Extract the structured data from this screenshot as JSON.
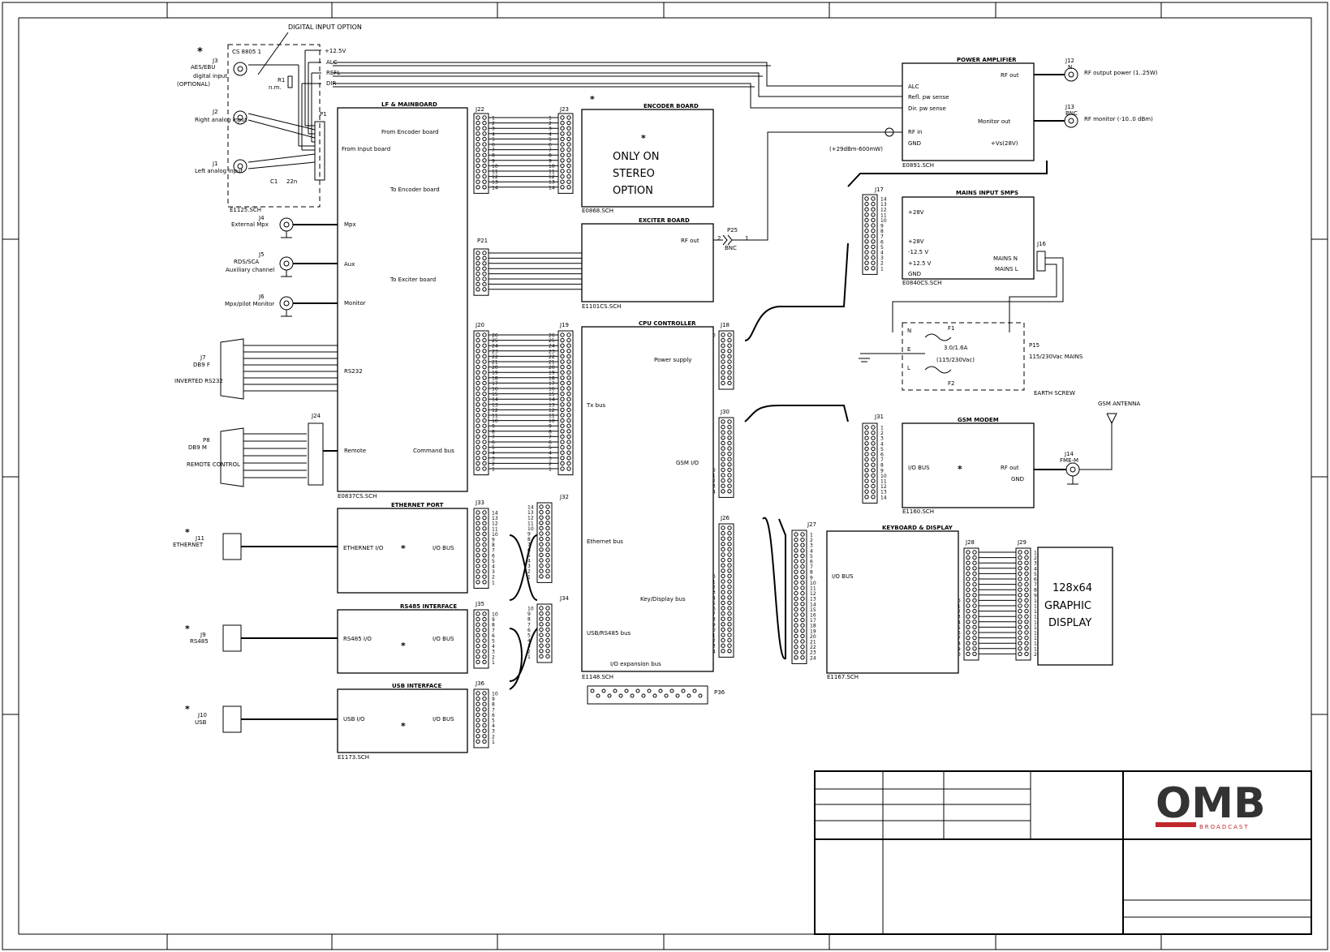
{
  "labels": {
    "digital_input_option": "DIGITAL INPUT OPTION",
    "cs8": "CS 8805 1",
    "aes": "AES/EBU",
    "digital_input": "digital input",
    "optional": "(OPTIONAL)",
    "j3": "J3",
    "j2": "J2",
    "right_analog": "Right analog input",
    "j1": "J1",
    "left_analog": "Left analog input",
    "e1125": "E1125.SCH",
    "c1": "C1",
    "c22n": "22n",
    "r1": "R1",
    "rn": "n.m.",
    "p1": "P1",
    "v125": "+12.5V",
    "alc": "ALC",
    "refl": "REFL",
    "dir": "DIR",
    "j4": "J4",
    "ext_mpx": "External Mpx",
    "j5": "J5",
    "rds_sca": "RDS/SCA",
    "aux_ch": "Auxiliary channel",
    "j6": "J6",
    "mpx_pilot": "Mpx/pilot Monitor",
    "j7": "J7",
    "db9f": "DB9 F",
    "inv_rs232": "INVERTED RS232",
    "p8": "P8",
    "db9m": "DB9 M",
    "remote_control": "REMOTE CONTROL",
    "j24": "J24",
    "j11": "J11",
    "ethernet": "ETHERNET",
    "j9": "J9",
    "rs485": "RS485",
    "j10": "J10",
    "usb": "USB",
    "star": "*"
  },
  "mainboard": {
    "title": "LF & MAINBOARD",
    "from_encoder": "From Encoder board",
    "from_input": "From Input board",
    "to_encoder": "To Encoder board",
    "mpx": "Mpx",
    "aux": "Aux",
    "to_exciter": "To Exciter board",
    "monitor": "Monitor",
    "rs232": "RS232",
    "remote": "Remote",
    "command_bus": "Command bus",
    "sch": "E0837CS.SCH"
  },
  "ethernet_port": {
    "title": "ETHERNET PORT",
    "io": "ETHERNET I/O",
    "bus": "I/O BUS"
  },
  "rs485_if": {
    "title": "RS485 INTERFACE",
    "io": "RS485 I/O",
    "bus": "I/O BUS"
  },
  "usb_if": {
    "title": "USB INTERFACE",
    "io": "USB I/O",
    "bus": "I/O BUS",
    "sch": "E1173.SCH"
  },
  "encoder": {
    "title": "ENCODER BOARD",
    "l1": "ONLY ON",
    "l2": "STEREO",
    "l3": "OPTION",
    "sch": "E0868.SCH"
  },
  "exciter": {
    "title": "EXCITER BOARD",
    "rf_out": "RF out",
    "sch": "E1101CS.SCH",
    "p25": "P25",
    "bnc": "BNC",
    "pin2": "2",
    "pin1": "1"
  },
  "cpu": {
    "title": "CPU CONTROLLER",
    "power": "Power supply",
    "tx": "Tx bus",
    "gsm": "GSM I/O",
    "eth": "Ethernet bus",
    "key": "Key/Display bus",
    "usb": "USB/RS485 bus",
    "exp": "I/O expansion bus",
    "sch": "E1148.SCH",
    "p36": "P36"
  },
  "amp": {
    "title": "POWER AMPLIFIER",
    "rf_out": "RF out",
    "alc": "ALC",
    "refl": "Refl. pw sense",
    "dir": "Dir. pw sense",
    "rf_in": "RF in",
    "mon": "Monitor out",
    "gnd": "GND",
    "vs": "+Vs(28V)",
    "sch": "E0891.SCH",
    "level": "(+29dBm-600mW)"
  },
  "j12": {
    "name": "J12",
    "n": "N",
    "text": "RF output power (1..25W)"
  },
  "j13": {
    "name": "J13",
    "bnc": "BNC",
    "text": "RF monitor (-10..0 dBm)"
  },
  "mains": {
    "title": "MAINS INPUT SMPS",
    "v28a": "+28V",
    "v28b": "+28V",
    "v125n": "-12.5 V",
    "v125p": "+12.5 V",
    "gnd": "GND",
    "mn": "MAINS N",
    "ml": "MAINS L",
    "sch": "E0840CS.SCH",
    "j16": "J16"
  },
  "mains_in": {
    "f1": "F1",
    "f2": "F2",
    "rating": "3.0/1.6A",
    "voltage": "(115/230Vac)",
    "p15": "P15",
    "mains_label": "115/230Vac MAINS",
    "earth": "EARTH SCREW",
    "n": "N",
    "e": "E",
    "l": "L"
  },
  "gsm": {
    "title": "GSM MODEM",
    "io": "I/O BUS",
    "rf": "RF out",
    "gnd": "GND",
    "sch": "E1160.SCH",
    "antenna": "GSM ANTENNA",
    "j14": "J14",
    "fme": "FME-M"
  },
  "keyboard": {
    "title": "KEYBOARD & DISPLAY",
    "io": "I/O BUS",
    "sch": "E1167.SCH"
  },
  "display": {
    "l1": "128x64",
    "l2": "GRAPHIC",
    "l3": "DISPLAY"
  },
  "connectors": {
    "j22": "J22",
    "j23": "J23",
    "p21": "P21",
    "j20": "J20",
    "j19": "J19",
    "j33": "J33",
    "j32": "J32",
    "j35": "J35",
    "j34": "J34",
    "j36": "J36",
    "j18": "J18",
    "j17": "J17",
    "j30": "J30",
    "j31": "J31",
    "j26": "J26",
    "j27": "J27",
    "j28": "J28",
    "j29": "J29"
  },
  "logo": {
    "text": "OMB",
    "sub": "BROADCAST"
  },
  "colors": {
    "line": "#000000",
    "logo_red": "#c0272d"
  }
}
